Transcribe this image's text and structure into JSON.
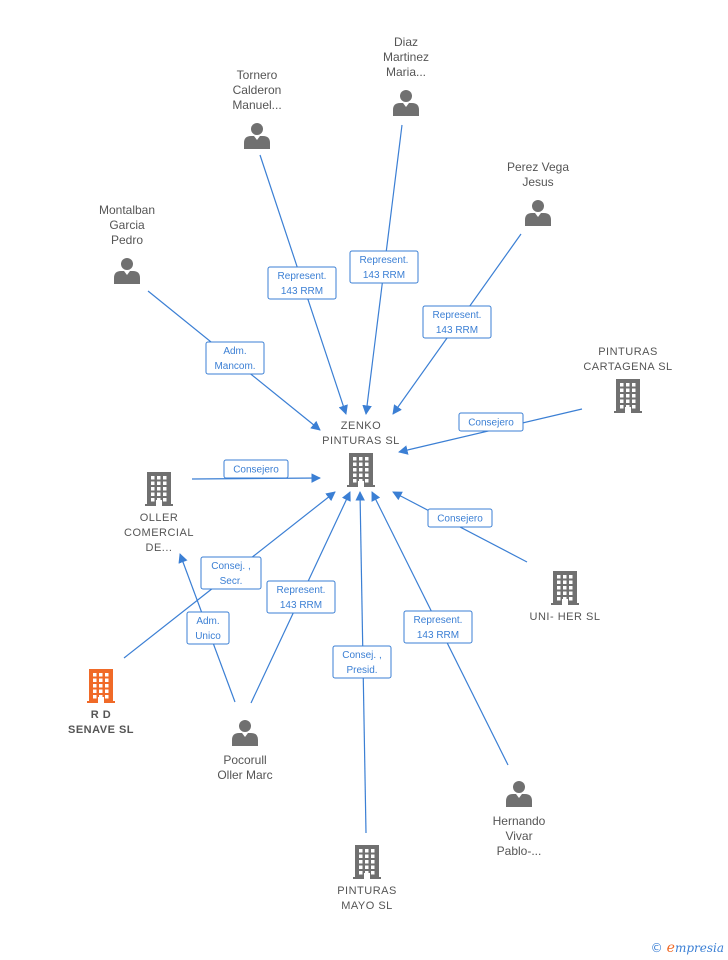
{
  "colors": {
    "edge": "#3b7fd4",
    "node_gray": "#707070",
    "focus_orange": "#f06a28"
  },
  "nodes": [
    {
      "id": "zenko",
      "kind": "company",
      "lines": [
        "ZENKO",
        "PINTURAS  SL"
      ],
      "label_pos": "above"
    },
    {
      "id": "diaz",
      "kind": "person",
      "lines": [
        "Diaz",
        "Martinez",
        "Maria..."
      ],
      "label_pos": "above"
    },
    {
      "id": "tornero",
      "kind": "person",
      "lines": [
        "Tornero",
        "Calderon",
        "Manuel..."
      ],
      "label_pos": "above"
    },
    {
      "id": "perez",
      "kind": "person",
      "lines": [
        "Perez Vega",
        "Jesus"
      ],
      "label_pos": "above"
    },
    {
      "id": "montalban",
      "kind": "person",
      "lines": [
        "Montalban",
        "Garcia",
        "Pedro"
      ],
      "label_pos": "above"
    },
    {
      "id": "pinturas_cartagena",
      "kind": "company",
      "lines": [
        "PINTURAS",
        "CARTAGENA SL"
      ],
      "label_pos": "above"
    },
    {
      "id": "oller",
      "kind": "company",
      "lines": [
        "OLLER",
        "COMERCIAL",
        "DE..."
      ],
      "label_pos": "below"
    },
    {
      "id": "unher",
      "kind": "company",
      "lines": [
        "UNI- HER  SL"
      ],
      "label_pos": "below"
    },
    {
      "id": "rd_senave",
      "kind": "company",
      "focus": true,
      "lines": [
        "R D",
        "SENAVE  SL"
      ],
      "label_pos": "below"
    },
    {
      "id": "pocorull",
      "kind": "person",
      "lines": [
        "Pocorull",
        "Oller Marc"
      ],
      "label_pos": "below"
    },
    {
      "id": "hernando",
      "kind": "person",
      "lines": [
        "Hernando",
        "Vivar",
        "Pablo-..."
      ],
      "label_pos": "below"
    },
    {
      "id": "pinturas_mayo",
      "kind": "company",
      "lines": [
        "PINTURAS",
        "MAYO  SL"
      ],
      "label_pos": "below"
    }
  ],
  "edges": [
    {
      "from": "tornero",
      "to": "zenko",
      "lines": [
        "Represent.",
        "143 RRM"
      ]
    },
    {
      "from": "diaz",
      "to": "zenko",
      "lines": [
        "Represent.",
        "143 RRM"
      ]
    },
    {
      "from": "perez",
      "to": "zenko",
      "lines": [
        "Represent.",
        "143 RRM"
      ]
    },
    {
      "from": "montalban",
      "to": "zenko",
      "lines": [
        "Adm.",
        "Mancom."
      ]
    },
    {
      "from": "pinturas_cartagena",
      "to": "zenko",
      "lines": [
        "Consejero"
      ]
    },
    {
      "from": "oller",
      "to": "zenko",
      "lines": [
        "Consejero"
      ]
    },
    {
      "from": "unher",
      "to": "zenko",
      "lines": [
        "Consejero"
      ]
    },
    {
      "from": "rd_senave",
      "to": "zenko",
      "lines": [
        "Consej. ,",
        "Secr."
      ]
    },
    {
      "from": "pocorull",
      "to": "oller",
      "lines": [
        "Adm.",
        "Unico"
      ]
    },
    {
      "from": "pocorull",
      "to": "zenko",
      "lines": [
        "Represent.",
        "143 RRM"
      ]
    },
    {
      "from": "pinturas_mayo",
      "to": "zenko",
      "lines": [
        "Consej. ,",
        "Presid."
      ]
    },
    {
      "from": "hernando",
      "to": "zenko",
      "lines": [
        "Represent.",
        "143 RRM"
      ]
    }
  ],
  "footer": {
    "copyright": "©",
    "brand_first": "e",
    "brand_rest": "mpresia"
  }
}
